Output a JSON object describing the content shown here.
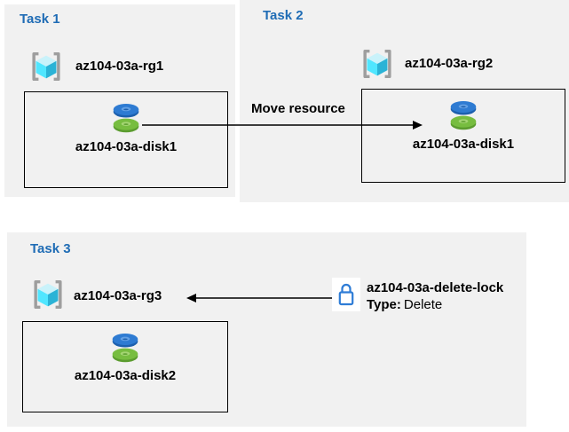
{
  "colors": {
    "panel_background": "#f1f1f1",
    "task_title_blue": "#1f6cb5",
    "lock_blue": "#2e7cd6",
    "box_border": "#000000",
    "disk_blue": "#2e7bd2",
    "disk_green": "#77bd40"
  },
  "task1": {
    "title": "Task 1",
    "rg": "az104-03a-rg1",
    "disk": "az104-03a-disk1"
  },
  "task2": {
    "title": "Task 2",
    "rg": "az104-03a-rg2",
    "disk": "az104-03a-disk1"
  },
  "task3": {
    "title": "Task 3",
    "rg": "az104-03a-rg3",
    "disk": "az104-03a-disk2"
  },
  "move_arrow": {
    "label": "Move resource"
  },
  "delete_lock": {
    "name": "az104-03a-delete-lock",
    "type_label": "Type:",
    "type_value": "Delete"
  },
  "icons": {
    "resource_group": "resource-group-icon (cube between gray brackets)",
    "managed_disk": "managed-disk-icon (blue disk stacked on green disk)",
    "lock": "lock-icon (blue outline padlock)"
  }
}
